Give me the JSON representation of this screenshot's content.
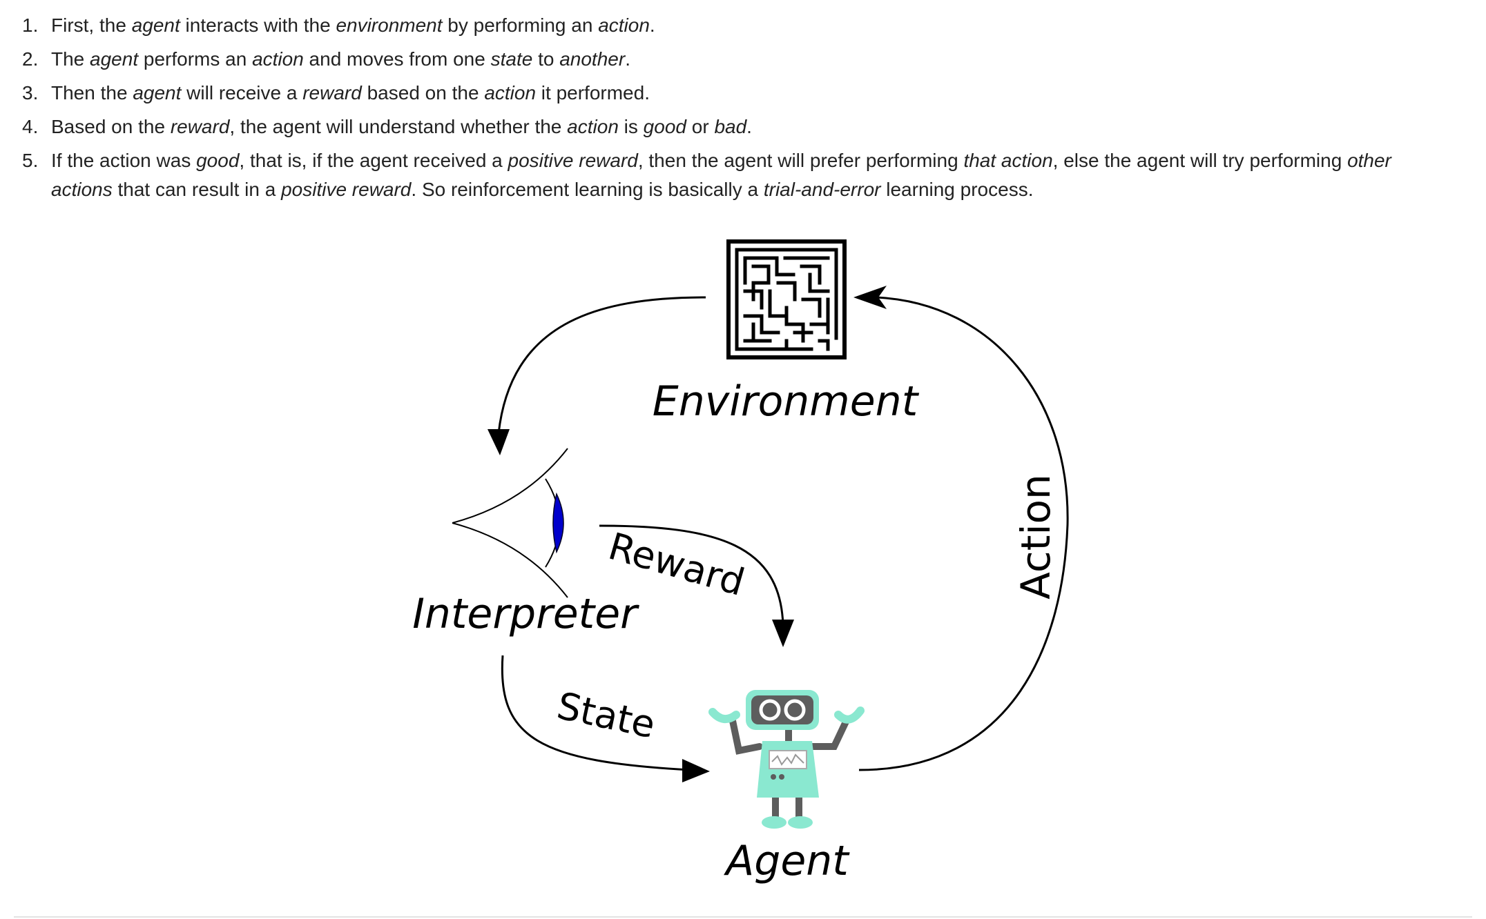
{
  "steps": [
    {
      "num": "1.",
      "parts": [
        {
          "t": "First, the "
        },
        {
          "t": "agent",
          "em": true
        },
        {
          "t": " interacts with the "
        },
        {
          "t": "environment",
          "em": true
        },
        {
          "t": " by performing an "
        },
        {
          "t": "action",
          "em": true
        },
        {
          "t": "."
        }
      ]
    },
    {
      "num": "2.",
      "parts": [
        {
          "t": "The "
        },
        {
          "t": "agent",
          "em": true
        },
        {
          "t": " performs an "
        },
        {
          "t": "action",
          "em": true
        },
        {
          "t": " and moves from one "
        },
        {
          "t": "state",
          "em": true
        },
        {
          "t": " to "
        },
        {
          "t": "another",
          "em": true
        },
        {
          "t": "."
        }
      ]
    },
    {
      "num": "3.",
      "parts": [
        {
          "t": "Then the "
        },
        {
          "t": "agent",
          "em": true
        },
        {
          "t": " will receive a "
        },
        {
          "t": "reward",
          "em": true
        },
        {
          "t": " based on the "
        },
        {
          "t": "action",
          "em": true
        },
        {
          "t": " it performed."
        }
      ]
    },
    {
      "num": "4.",
      "parts": [
        {
          "t": "Based on the "
        },
        {
          "t": "reward",
          "em": true
        },
        {
          "t": ", the agent will understand whether the "
        },
        {
          "t": "action",
          "em": true
        },
        {
          "t": " is "
        },
        {
          "t": "good",
          "em": true
        },
        {
          "t": " or "
        },
        {
          "t": "bad",
          "em": true
        },
        {
          "t": "."
        }
      ]
    },
    {
      "num": "5.",
      "parts": [
        {
          "t": "If the action was "
        },
        {
          "t": "good",
          "em": true
        },
        {
          "t": ", that is, if the agent received a "
        },
        {
          "t": "positive reward",
          "em": true
        },
        {
          "t": ", then the agent will prefer performing "
        },
        {
          "t": "that action",
          "em": true
        },
        {
          "t": ", else the agent will try performing "
        },
        {
          "t": "other actions",
          "em": true
        },
        {
          "t": " that can result in a "
        },
        {
          "t": "positive reward",
          "em": true
        },
        {
          "t": ". So reinforcement learning is basically a "
        },
        {
          "t": "trial-and-error",
          "em": true
        },
        {
          "t": " learning process."
        }
      ]
    }
  ],
  "diagram": {
    "environment_label": "Environment",
    "interpreter_label": "Interpreter",
    "agent_label": "Agent",
    "reward_label": "Reward",
    "state_label": "State",
    "action_label": "Action",
    "colors": {
      "robot_body": "#8ae8d0",
      "robot_dark": "#5d5d5d",
      "eye_iris": "#0000cc",
      "line": "#000000"
    },
    "icons": [
      "maze-icon",
      "eye-icon",
      "robot-icon"
    ]
  }
}
